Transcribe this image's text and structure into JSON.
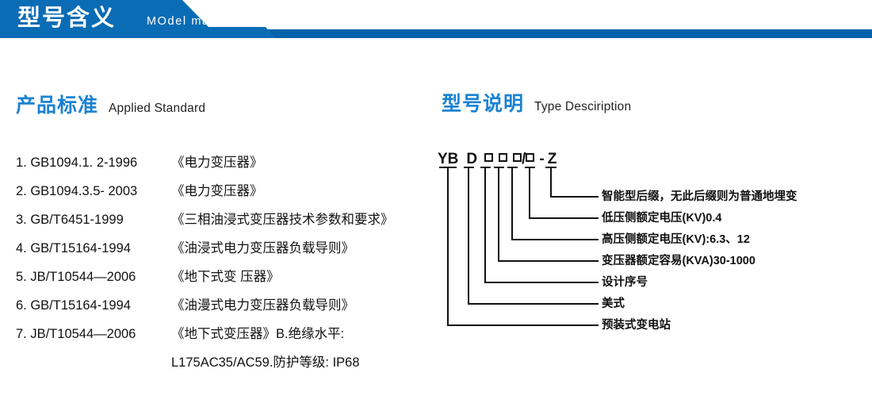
{
  "banner": {
    "title_cn": "型号含义",
    "title_en": "MOdel maning"
  },
  "sections": {
    "left": {
      "title_cn": "产品标准",
      "title_en": "Applied Standard"
    },
    "right": {
      "title_cn": "型号说明",
      "title_en": "Type Desciription"
    }
  },
  "standards": [
    {
      "code": "1. GB1094.1. 2-1996",
      "name": "《电力变压器》"
    },
    {
      "code": "2. GB1094.3.5- 2003",
      "name": "《电力变压器》"
    },
    {
      "code": "3. GB/T6451-1999",
      "name": "《三相油浸式变压器技术参数和要求》"
    },
    {
      "code": "4. GB/T15164-1994",
      "name": "《油浸式电力变压器负载导则》"
    },
    {
      "code": "5. JB/T10544—2006",
      "name": "《地下式变 压器》"
    },
    {
      "code": "6. GB/T15164-1994",
      "name": "《油漫式电力变压器负载导则》"
    },
    {
      "code": "7. JB/T10544—2006",
      "name": "《地下式变压器》B.绝缘水平:"
    }
  ],
  "standards_continuation": "L175AC35/AC59.防护等级: IP68",
  "model_code": {
    "parts": [
      "YB",
      "D",
      "box",
      "box",
      "box",
      "/",
      "box",
      "-",
      "Z"
    ],
    "text": "YB D □□□/□ - Z"
  },
  "model_labels": [
    "智能型后缀，无此后缀则为普通地埋变",
    "低压侧额定电压(KV)0.4",
    "高压侧额定电压(KV):6.3、12",
    "变压器额定容易(KVA)30-1000",
    "设计序号",
    "美式",
    "预装式变电站"
  ],
  "colors": {
    "banner_block": "#0a6cb4",
    "banner_bar": "#0062ab",
    "heading_blue": "#1b82d2",
    "text_dark": "#111111",
    "background": "#ffffff"
  }
}
